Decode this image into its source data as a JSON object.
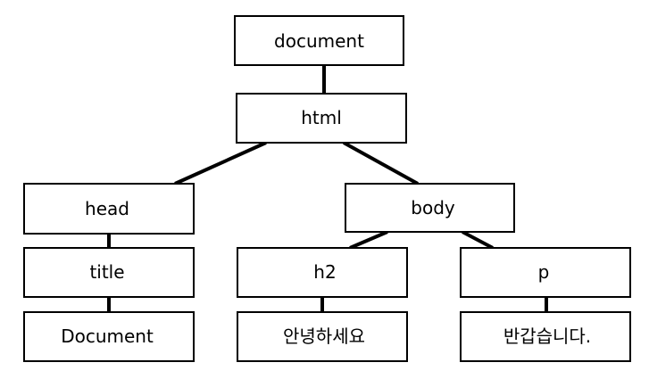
{
  "diagram": {
    "nodes": {
      "document": "document",
      "html": "html",
      "head": "head",
      "body": "body",
      "title": "title",
      "h2": "h2",
      "p": "p",
      "title_text": "Document",
      "h2_text": "안녕하세요",
      "p_text": "반갑습니다."
    },
    "edges": [
      [
        "document",
        "html"
      ],
      [
        "html",
        "head"
      ],
      [
        "html",
        "body"
      ],
      [
        "head",
        "title"
      ],
      [
        "title",
        "title_text"
      ],
      [
        "body",
        "h2"
      ],
      [
        "body",
        "p"
      ],
      [
        "h2",
        "h2_text"
      ],
      [
        "p",
        "p_text"
      ]
    ]
  }
}
